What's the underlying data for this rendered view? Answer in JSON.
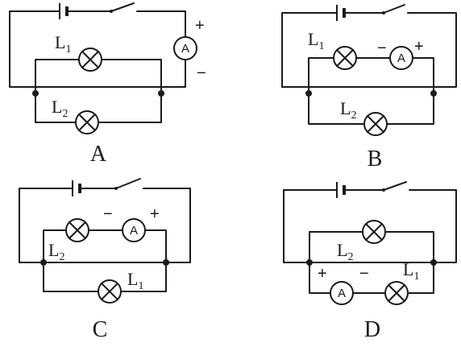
{
  "circuits": {
    "a": {
      "caption": "A",
      "lamp1": {
        "letter": "L",
        "index": "1"
      },
      "lamp2": {
        "letter": "L",
        "index": "2"
      },
      "ammeter": {
        "symbol": "A",
        "plus": "+",
        "minus": "−"
      }
    },
    "b": {
      "caption": "B",
      "lamp1": {
        "letter": "L",
        "index": "1"
      },
      "lamp2": {
        "letter": "L",
        "index": "2"
      },
      "ammeter": {
        "symbol": "A",
        "plus": "+",
        "minus": "−"
      }
    },
    "c": {
      "caption": "C",
      "lamp1": {
        "letter": "L",
        "index": "1"
      },
      "lamp2": {
        "letter": "L",
        "index": "2"
      },
      "ammeter": {
        "symbol": "A",
        "plus": "+",
        "minus": "−"
      }
    },
    "d": {
      "caption": "D",
      "lamp1": {
        "letter": "L",
        "index": "1"
      },
      "lamp2": {
        "letter": "L",
        "index": "2"
      },
      "ammeter": {
        "symbol": "A",
        "plus": "+",
        "minus": "−"
      }
    }
  }
}
